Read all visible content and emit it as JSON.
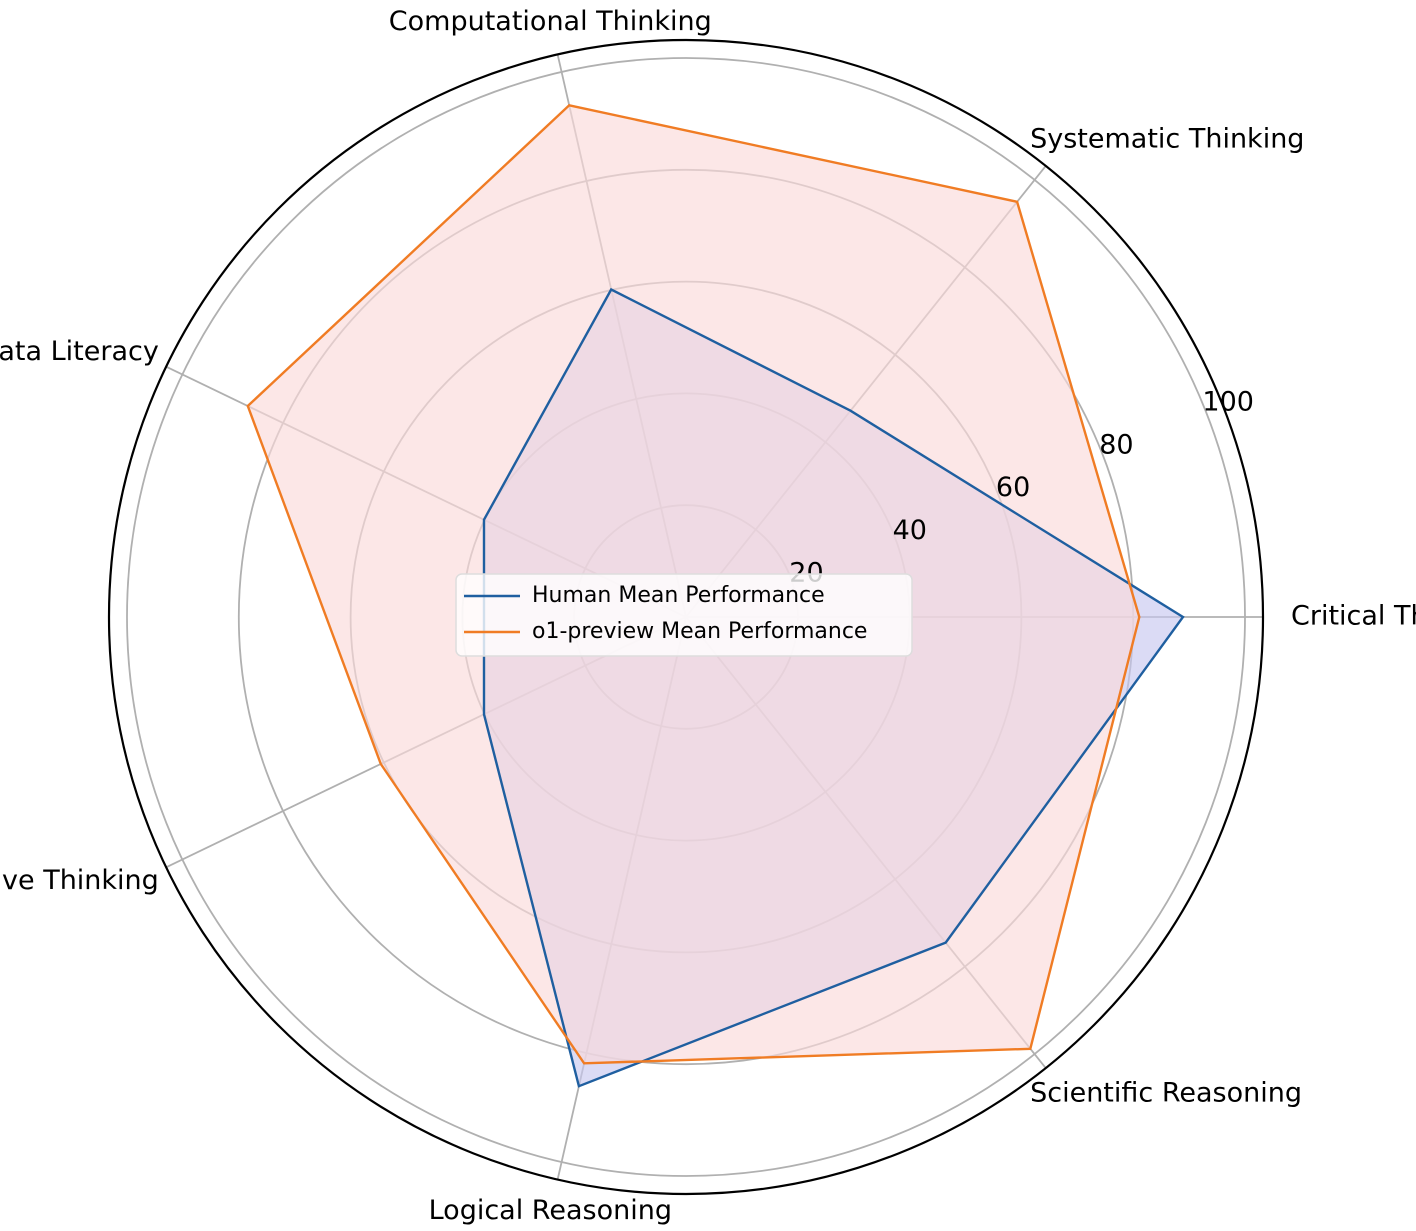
{
  "chart_data": {
    "type": "radar",
    "title": "",
    "categories": [
      "Critical Thinking",
      "Systematic Thinking",
      "Computational Thinking",
      "Data Literacy",
      "Creative Thinking",
      "Logical Reasoning",
      "Scientific Reasoning"
    ],
    "series": [
      {
        "name": "Human Mean Performance",
        "values": [
          88.9,
          47.2,
          60.1,
          40.1,
          40.1,
          86.1,
          74.5
        ],
        "line_color": "#1f5fa0",
        "fill_color": "#c8c8f0"
      },
      {
        "name": "o1-preview Mean Performance",
        "values": [
          81.1,
          95.0,
          93.9,
          87.0,
          60.6,
          81.9,
          98.8
        ],
        "line_color": "#f07c24",
        "fill_color": "#fadada"
      }
    ],
    "rlim": [
      0,
      100
    ],
    "rticks": [
      20,
      40,
      60,
      80,
      100
    ],
    "rtick_labels": [
      "20",
      "40",
      "60",
      "80",
      "100"
    ],
    "grid": true,
    "legend_placement": "center"
  }
}
